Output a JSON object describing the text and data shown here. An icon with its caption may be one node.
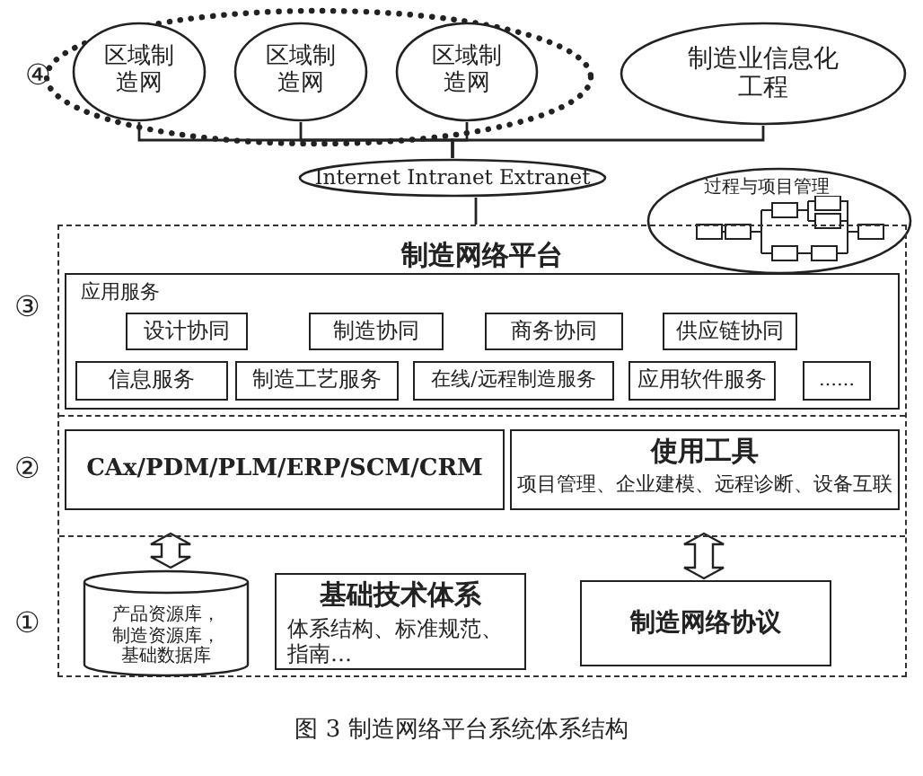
{
  "diagram": {
    "caption": "图 3 制造网络平台系统体系结构",
    "nodes": [
      {
        "text": [],
        "shape": "ellipse"
      },
      {
        "text": [
          "区域制造网"
        ],
        "in": 0
      },
      {
        "text": [
          "区域制造网"
        ],
        "in": 0
      },
      {
        "text": [
          "区域制造网"
        ],
        "in": 0
      },
      {
        "text": [
          "制造业信息化工程"
        ]
      },
      {
        "text": [
          "Internet Intranet Extranet"
        ]
      },
      {
        "text": [
          "过程与项目管理"
        ]
      },
      {
        "text": [
          "制造网络平台"
        ]
      },
      {
        "text": [
          "应用服务"
        ],
        "in": 7
      },
      {
        "text": [
          "设计协同"
        ],
        "in": 8
      },
      {
        "text": [
          "制造协同"
        ],
        "in": 8
      },
      {
        "text": [
          "商务协同"
        ],
        "in": 8
      },
      {
        "text": [
          "供应链协同"
        ],
        "in": 8
      },
      {
        "text": [
          "信息服务"
        ],
        "in": 8
      },
      {
        "text": [
          "制造工艺服务"
        ],
        "in": 8
      },
      {
        "text": [
          "在线/远程制造服务"
        ],
        "in": 8
      },
      {
        "text": [
          "应用软件服务"
        ],
        "in": 8
      },
      {
        "text": [
          "……"
        ],
        "in": 8
      },
      {
        "text": [
          "CAx/PDM/PLM/ERP/SCM/CRM"
        ],
        "in": 7
      },
      {
        "text": [
          "使用工具",
          "项目管理、企业建模、远程诊断、设备互联"
        ],
        "in": 7
      },
      {
        "text": [
          "产品资源库，制造资源库，基础数据库"
        ],
        "in": 7
      },
      {
        "text": [
          "基础技术体系",
          "体系结构、标准规范、指南…"
        ],
        "in": 7
      },
      {
        "text": [
          "制造网络协议"
        ],
        "in": 7
      }
    ],
    "edges": [
      {
        "from": 1,
        "to": 5,
        "arrow": "none"
      },
      {
        "from": 2,
        "to": 5,
        "arrow": "none"
      },
      {
        "from": 3,
        "to": 5,
        "arrow": "none"
      },
      {
        "from": 4,
        "to": 5,
        "arrow": "none"
      },
      {
        "from": 5,
        "to": 7,
        "arrow": "none"
      },
      {
        "from": 18,
        "to": 20,
        "arrow": "both"
      },
      {
        "from": 19,
        "to": 22,
        "arrow": "both"
      }
    ],
    "labels": [
      "④",
      "③",
      "②",
      "①"
    ]
  }
}
